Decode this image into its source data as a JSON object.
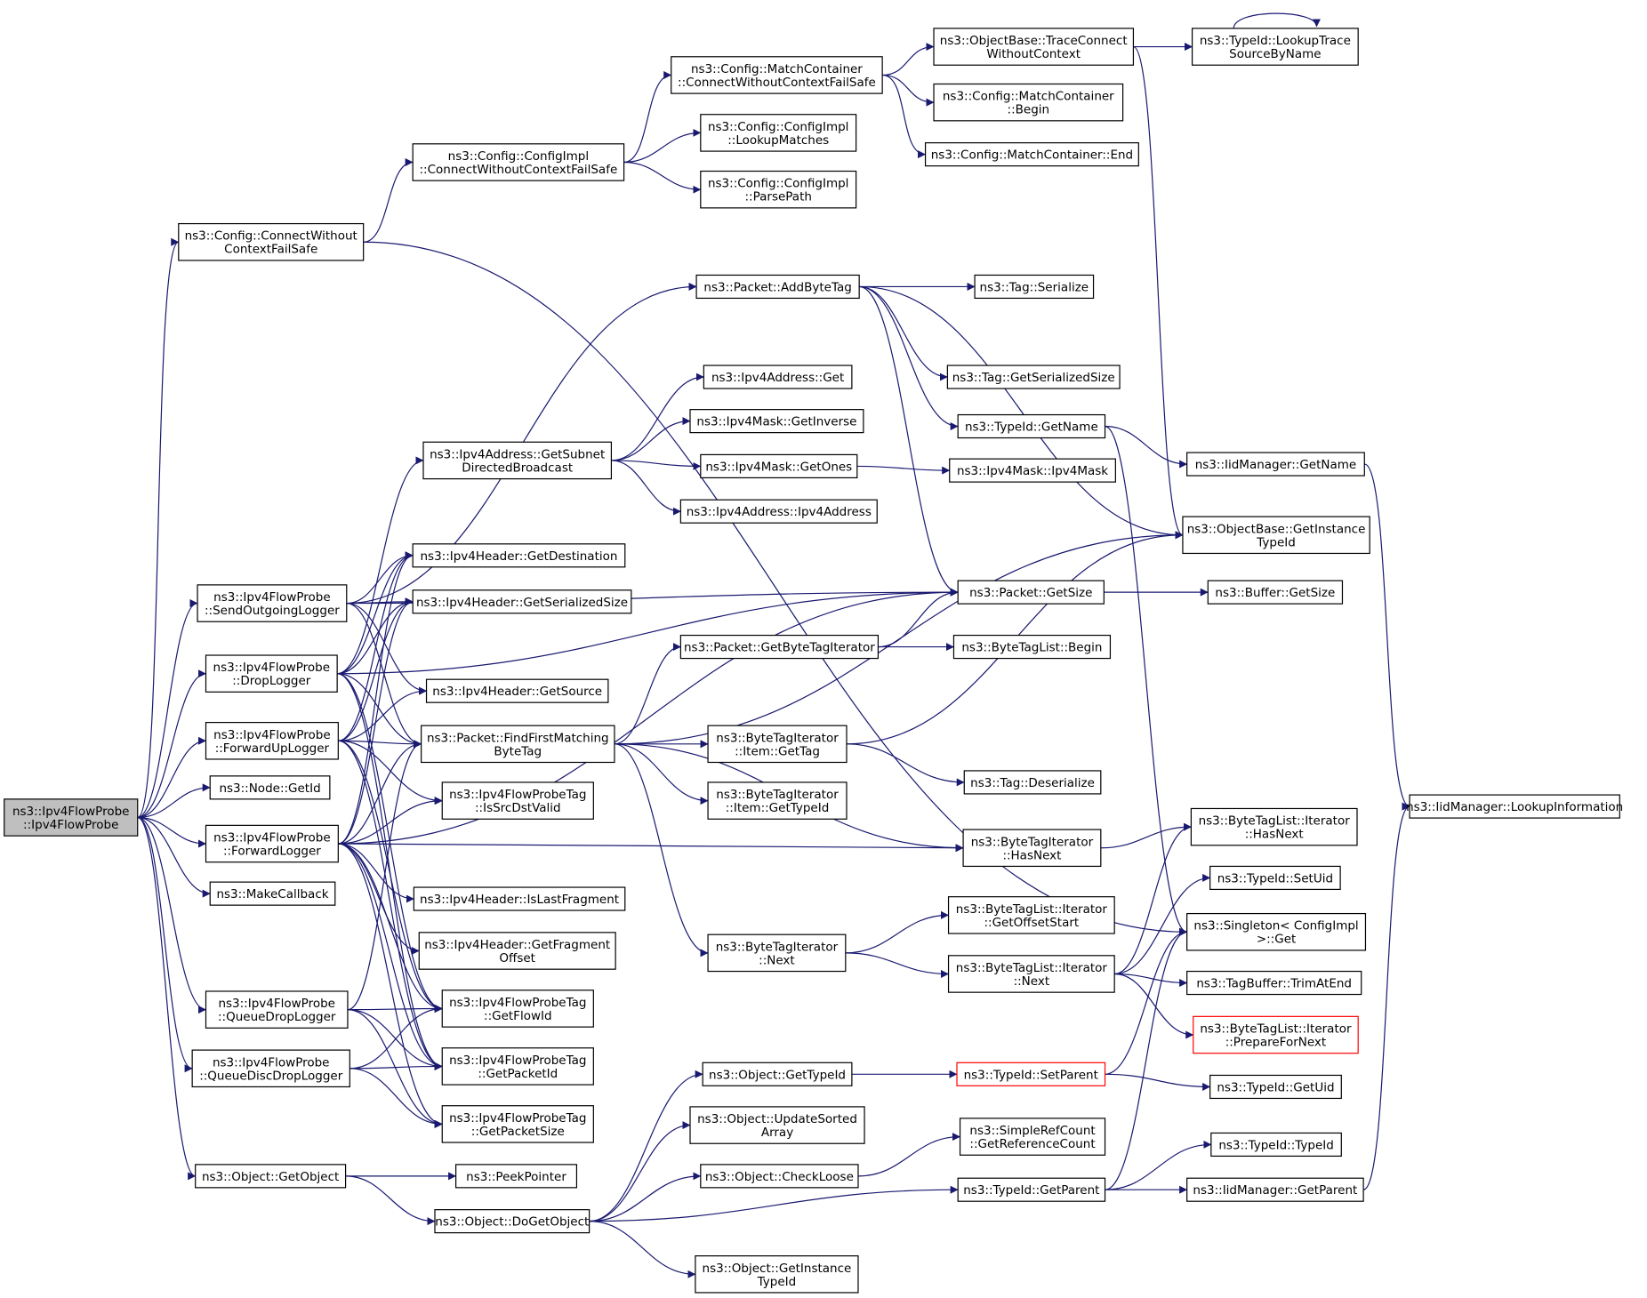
{
  "graph": {
    "root": "n_root",
    "nodes": [
      {
        "id": "n_root",
        "lines": [
          "ns3::Ipv4FlowProbe",
          "::Ipv4FlowProbe"
        ],
        "style": "root"
      },
      {
        "id": "n_cwcfs",
        "lines": [
          "ns3::Config::ConnectWithout",
          "ContextFailSafe"
        ]
      },
      {
        "id": "n_sol",
        "lines": [
          "ns3::Ipv4FlowProbe",
          "::SendOutgoingLogger"
        ]
      },
      {
        "id": "n_drop",
        "lines": [
          "ns3::Ipv4FlowProbe",
          "::DropLogger"
        ]
      },
      {
        "id": "n_fup",
        "lines": [
          "ns3::Ipv4FlowProbe",
          "::ForwardUpLogger"
        ]
      },
      {
        "id": "n_nodeid",
        "lines": [
          "ns3::Node::GetId"
        ]
      },
      {
        "id": "n_fwd",
        "lines": [
          "ns3::Ipv4FlowProbe",
          "::ForwardLogger"
        ]
      },
      {
        "id": "n_mkcb",
        "lines": [
          "ns3::MakeCallback"
        ]
      },
      {
        "id": "n_qdl",
        "lines": [
          "ns3::Ipv4FlowProbe",
          "::QueueDropLogger"
        ]
      },
      {
        "id": "n_qddl",
        "lines": [
          "ns3::Ipv4FlowProbe",
          "::QueueDiscDropLogger"
        ]
      },
      {
        "id": "n_getobj",
        "lines": [
          "ns3::Object::GetObject"
        ]
      },
      {
        "id": "n_ci_cwcfs",
        "lines": [
          "ns3::Config::ConfigImpl",
          "::ConnectWithoutContextFailSafe"
        ]
      },
      {
        "id": "n_mc_cwcfs",
        "lines": [
          "ns3::Config::MatchContainer",
          "::ConnectWithoutContextFailSafe"
        ]
      },
      {
        "id": "n_lookup",
        "lines": [
          "ns3::Config::ConfigImpl",
          "::LookupMatches"
        ]
      },
      {
        "id": "n_parse",
        "lines": [
          "ns3::Config::ConfigImpl",
          "::ParsePath"
        ]
      },
      {
        "id": "n_tcwc",
        "lines": [
          "ns3::ObjectBase::TraceConnect",
          "WithoutContext"
        ]
      },
      {
        "id": "n_mcbegin",
        "lines": [
          "ns3::Config::MatchContainer",
          "::Begin"
        ]
      },
      {
        "id": "n_mcend",
        "lines": [
          "ns3::Config::MatchContainer::End"
        ]
      },
      {
        "id": "n_ltsbn",
        "lines": [
          "ns3::TypeId::LookupTrace",
          "SourceByName"
        ]
      },
      {
        "id": "n_addbt",
        "lines": [
          "ns3::Packet::AddByteTag"
        ]
      },
      {
        "id": "n_tagser",
        "lines": [
          "ns3::Tag::Serialize"
        ]
      },
      {
        "id": "n_taggss",
        "lines": [
          "ns3::Tag::GetSerializedSize"
        ]
      },
      {
        "id": "n_tidname",
        "lines": [
          "ns3::TypeId::GetName"
        ]
      },
      {
        "id": "n_iidname",
        "lines": [
          "ns3::IidManager::GetName"
        ]
      },
      {
        "id": "n_obgit",
        "lines": [
          "ns3::ObjectBase::GetInstance",
          "TypeId"
        ]
      },
      {
        "id": "n_a4get",
        "lines": [
          "ns3::Ipv4Address::Get"
        ]
      },
      {
        "id": "n_m4inv",
        "lines": [
          "ns3::Ipv4Mask::GetInverse"
        ]
      },
      {
        "id": "n_a4gsdb",
        "lines": [
          "ns3::Ipv4Address::GetSubnet",
          "DirectedBroadcast"
        ]
      },
      {
        "id": "n_m4ones",
        "lines": [
          "ns3::Ipv4Mask::GetOnes"
        ]
      },
      {
        "id": "n_m4ctor",
        "lines": [
          "ns3::Ipv4Mask::Ipv4Mask"
        ]
      },
      {
        "id": "n_a4ctor",
        "lines": [
          "ns3::Ipv4Address::Ipv4Address"
        ]
      },
      {
        "id": "n_hdst",
        "lines": [
          "ns3::Ipv4Header::GetDestination"
        ]
      },
      {
        "id": "n_psize",
        "lines": [
          "ns3::Packet::GetSize"
        ]
      },
      {
        "id": "n_bsize",
        "lines": [
          "ns3::Buffer::GetSize"
        ]
      },
      {
        "id": "n_hgss",
        "lines": [
          "ns3::Ipv4Header::GetSerializedSize"
        ]
      },
      {
        "id": "n_pgbti",
        "lines": [
          "ns3::Packet::GetByteTagIterator"
        ]
      },
      {
        "id": "n_btlbegin",
        "lines": [
          "ns3::ByteTagList::Begin"
        ]
      },
      {
        "id": "n_hsrc",
        "lines": [
          "ns3::Ipv4Header::GetSource"
        ]
      },
      {
        "id": "n_ffmbt",
        "lines": [
          "ns3::Packet::FindFirstMatching",
          "ByteTag"
        ]
      },
      {
        "id": "n_btigt",
        "lines": [
          "ns3::ByteTagIterator",
          "::Item::GetTag"
        ]
      },
      {
        "id": "n_tagdeser",
        "lines": [
          "ns3::Tag::Deserialize"
        ]
      },
      {
        "id": "n_isvalid",
        "lines": [
          "ns3::Ipv4FlowProbeTag",
          "::IsSrcDstValid"
        ]
      },
      {
        "id": "n_btigtid",
        "lines": [
          "ns3::ByteTagIterator",
          "::Item::GetTypeId"
        ]
      },
      {
        "id": "n_iidlookup",
        "lines": [
          "ns3::IidManager::LookupInformation"
        ]
      },
      {
        "id": "n_btlihn",
        "lines": [
          "ns3::ByteTagList::Iterator",
          "::HasNext"
        ]
      },
      {
        "id": "n_btihn",
        "lines": [
          "ns3::ByteTagIterator",
          "::HasNext"
        ]
      },
      {
        "id": "n_tidsetuid",
        "lines": [
          "ns3::TypeId::SetUid"
        ]
      },
      {
        "id": "n_hlastfrag",
        "lines": [
          "ns3::Ipv4Header::IsLastFragment"
        ]
      },
      {
        "id": "n_btligos",
        "lines": [
          "ns3::ByteTagList::Iterator",
          "::GetOffsetStart"
        ]
      },
      {
        "id": "n_singleton",
        "lines": [
          "ns3::Singleton< ConfigImpl",
          ">::Get"
        ]
      },
      {
        "id": "n_hfragoff",
        "lines": [
          "ns3::Ipv4Header::GetFragment",
          "Offset"
        ]
      },
      {
        "id": "n_btinext",
        "lines": [
          "ns3::ByteTagIterator",
          "::Next"
        ]
      },
      {
        "id": "n_btlinext",
        "lines": [
          "ns3::ByteTagList::Iterator",
          "::Next"
        ]
      },
      {
        "id": "n_tbtrim",
        "lines": [
          "ns3::TagBuffer::TrimAtEnd"
        ]
      },
      {
        "id": "n_tgflow",
        "lines": [
          "ns3::Ipv4FlowProbeTag",
          "::GetFlowId"
        ]
      },
      {
        "id": "n_btlipfn",
        "lines": [
          "ns3::ByteTagList::Iterator",
          "::PrepareForNext"
        ],
        "style": "red"
      },
      {
        "id": "n_tgpid",
        "lines": [
          "ns3::Ipv4FlowProbeTag",
          "::GetPacketId"
        ]
      },
      {
        "id": "n_ogtid",
        "lines": [
          "ns3::Object::GetTypeId"
        ]
      },
      {
        "id": "n_tidsetp",
        "lines": [
          "ns3::TypeId::SetParent"
        ],
        "style": "red"
      },
      {
        "id": "n_tidgetuid",
        "lines": [
          "ns3::TypeId::GetUid"
        ]
      },
      {
        "id": "n_ousa",
        "lines": [
          "ns3::Object::UpdateSorted",
          "Array"
        ]
      },
      {
        "id": "n_tgpsize",
        "lines": [
          "ns3::Ipv4FlowProbeTag",
          "::GetPacketSize"
        ]
      },
      {
        "id": "n_srcgrc",
        "lines": [
          "ns3::SimpleRefCount",
          "::GetReferenceCount"
        ]
      },
      {
        "id": "n_tidtid",
        "lines": [
          "ns3::TypeId::TypeId"
        ]
      },
      {
        "id": "n_peek",
        "lines": [
          "ns3::PeekPointer"
        ]
      },
      {
        "id": "n_ocl",
        "lines": [
          "ns3::Object::CheckLoose"
        ]
      },
      {
        "id": "n_tidgetp",
        "lines": [
          "ns3::TypeId::GetParent"
        ]
      },
      {
        "id": "n_iidgetp",
        "lines": [
          "ns3::IidManager::GetParent"
        ]
      },
      {
        "id": "n_odgo",
        "lines": [
          "ns3::Object::DoGetObject"
        ]
      },
      {
        "id": "n_ogitid",
        "lines": [
          "ns3::Object::GetInstance",
          "TypeId"
        ]
      }
    ],
    "edges": [
      [
        "n_root",
        "n_cwcfs"
      ],
      [
        "n_root",
        "n_sol"
      ],
      [
        "n_root",
        "n_drop"
      ],
      [
        "n_root",
        "n_fup"
      ],
      [
        "n_root",
        "n_nodeid"
      ],
      [
        "n_root",
        "n_fwd"
      ],
      [
        "n_root",
        "n_mkcb"
      ],
      [
        "n_root",
        "n_qdl"
      ],
      [
        "n_root",
        "n_qddl"
      ],
      [
        "n_root",
        "n_getobj"
      ],
      [
        "n_cwcfs",
        "n_ci_cwcfs"
      ],
      [
        "n_cwcfs",
        "n_singleton"
      ],
      [
        "n_ci_cwcfs",
        "n_mc_cwcfs"
      ],
      [
        "n_ci_cwcfs",
        "n_lookup"
      ],
      [
        "n_ci_cwcfs",
        "n_parse"
      ],
      [
        "n_mc_cwcfs",
        "n_tcwc"
      ],
      [
        "n_mc_cwcfs",
        "n_mcbegin"
      ],
      [
        "n_mc_cwcfs",
        "n_mcend"
      ],
      [
        "n_tcwc",
        "n_ltsbn"
      ],
      [
        "n_tcwc",
        "n_obgit"
      ],
      [
        "n_ltsbn",
        "n_ltsbn"
      ],
      [
        "n_sol",
        "n_addbt"
      ],
      [
        "n_sol",
        "n_psize"
      ],
      [
        "n_sol",
        "n_hdst"
      ],
      [
        "n_sol",
        "n_hgss"
      ],
      [
        "n_sol",
        "n_hsrc"
      ],
      [
        "n_sol",
        "n_ffmbt"
      ],
      [
        "n_addbt",
        "n_tagser"
      ],
      [
        "n_addbt",
        "n_taggss"
      ],
      [
        "n_addbt",
        "n_tidname"
      ],
      [
        "n_addbt",
        "n_obgit"
      ],
      [
        "n_addbt",
        "n_psize"
      ],
      [
        "n_tidname",
        "n_iidname"
      ],
      [
        "n_tidname",
        "n_singleton"
      ],
      [
        "n_iidname",
        "n_iidlookup"
      ],
      [
        "n_a4gsdb",
        "n_a4get"
      ],
      [
        "n_a4gsdb",
        "n_m4inv"
      ],
      [
        "n_a4gsdb",
        "n_m4ones"
      ],
      [
        "n_a4gsdb",
        "n_a4ctor"
      ],
      [
        "n_m4ones",
        "n_m4ctor"
      ],
      [
        "n_drop",
        "n_a4gsdb"
      ],
      [
        "n_drop",
        "n_psize"
      ],
      [
        "n_drop",
        "n_hdst"
      ],
      [
        "n_drop",
        "n_hgss"
      ],
      [
        "n_drop",
        "n_ffmbt"
      ],
      [
        "n_drop",
        "n_tgflow"
      ],
      [
        "n_drop",
        "n_tgpid"
      ],
      [
        "n_psize",
        "n_bsize"
      ],
      [
        "n_pgbti",
        "n_psize"
      ],
      [
        "n_pgbti",
        "n_btlbegin"
      ],
      [
        "n_fup",
        "n_hdst"
      ],
      [
        "n_fup",
        "n_hgss"
      ],
      [
        "n_fup",
        "n_hsrc"
      ],
      [
        "n_fup",
        "n_ffmbt"
      ],
      [
        "n_fup",
        "n_isvalid"
      ],
      [
        "n_fup",
        "n_tgflow"
      ],
      [
        "n_fup",
        "n_tgpid"
      ],
      [
        "n_ffmbt",
        "n_pgbti"
      ],
      [
        "n_ffmbt",
        "n_btigt"
      ],
      [
        "n_ffmbt",
        "n_btigtid"
      ],
      [
        "n_ffmbt",
        "n_btihn"
      ],
      [
        "n_ffmbt",
        "n_btinext"
      ],
      [
        "n_ffmbt",
        "n_obgit"
      ],
      [
        "n_btigt",
        "n_tagdeser"
      ],
      [
        "n_btigt",
        "n_obgit"
      ],
      [
        "n_btihn",
        "n_btlihn"
      ],
      [
        "n_fwd",
        "n_hdst"
      ],
      [
        "n_fwd",
        "n_hgss"
      ],
      [
        "n_fwd",
        "n_ffmbt"
      ],
      [
        "n_fwd",
        "n_isvalid"
      ],
      [
        "n_fwd",
        "n_psize"
      ],
      [
        "n_fwd",
        "n_btihn"
      ],
      [
        "n_fwd",
        "n_hlastfrag"
      ],
      [
        "n_fwd",
        "n_hfragoff"
      ],
      [
        "n_fwd",
        "n_tgflow"
      ],
      [
        "n_fwd",
        "n_tgpid"
      ],
      [
        "n_fwd",
        "n_tgpsize"
      ],
      [
        "n_btinext",
        "n_btligos"
      ],
      [
        "n_btinext",
        "n_btlinext"
      ],
      [
        "n_btlinext",
        "n_btlihn"
      ],
      [
        "n_btlinext",
        "n_tidsetuid"
      ],
      [
        "n_btlinext",
        "n_tbtrim"
      ],
      [
        "n_btlinext",
        "n_btlipfn"
      ],
      [
        "n_qdl",
        "n_ffmbt"
      ],
      [
        "n_qdl",
        "n_tgflow"
      ],
      [
        "n_qdl",
        "n_tgpid"
      ],
      [
        "n_qdl",
        "n_tgpsize"
      ],
      [
        "n_qddl",
        "n_tgflow"
      ],
      [
        "n_qddl",
        "n_tgpid"
      ],
      [
        "n_qddl",
        "n_tgpsize"
      ],
      [
        "n_getobj",
        "n_peek"
      ],
      [
        "n_getobj",
        "n_odgo"
      ],
      [
        "n_odgo",
        "n_ogtid"
      ],
      [
        "n_odgo",
        "n_ousa"
      ],
      [
        "n_odgo",
        "n_ocl"
      ],
      [
        "n_odgo",
        "n_tidgetp"
      ],
      [
        "n_odgo",
        "n_ogitid"
      ],
      [
        "n_ogtid",
        "n_tidsetp"
      ],
      [
        "n_tidsetp",
        "n_tidgetuid"
      ],
      [
        "n_tidsetp",
        "n_singleton"
      ],
      [
        "n_ocl",
        "n_srcgrc"
      ],
      [
        "n_tidgetp",
        "n_tidtid"
      ],
      [
        "n_tidgetp",
        "n_iidgetp"
      ],
      [
        "n_tidgetp",
        "n_singleton"
      ],
      [
        "n_iidgetp",
        "n_iidlookup"
      ]
    ]
  }
}
